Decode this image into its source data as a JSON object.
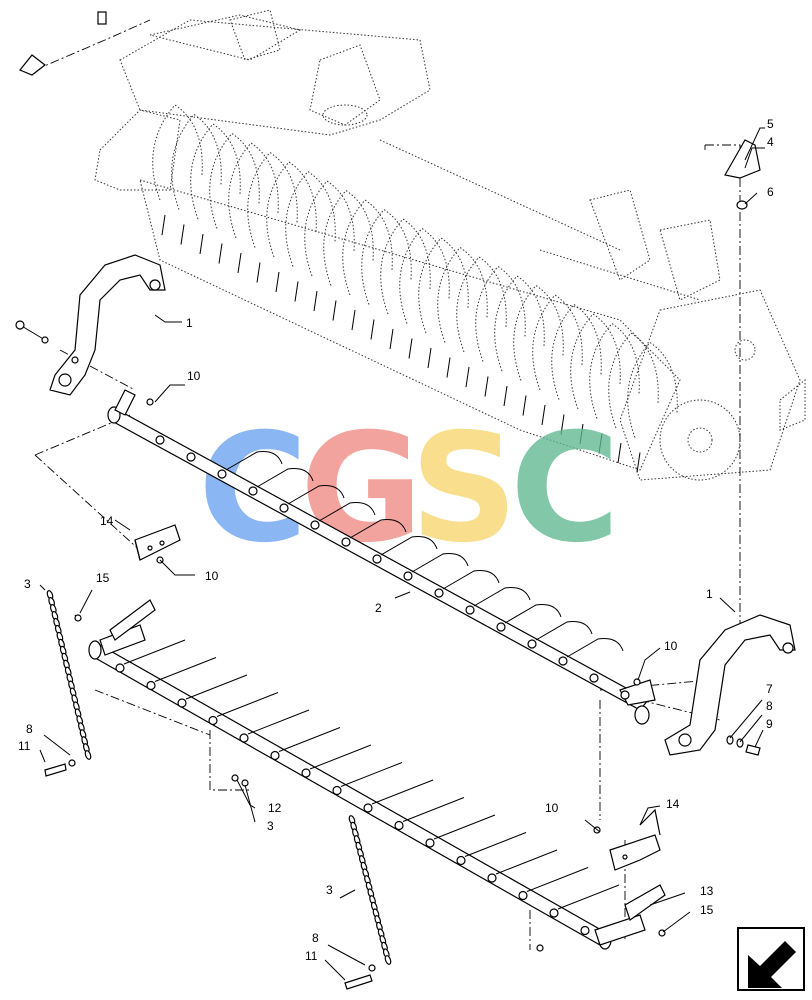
{
  "callouts": [
    {
      "id": "c1a",
      "text": "1"
    },
    {
      "id": "c1b",
      "text": "1"
    },
    {
      "id": "c2",
      "text": "2"
    },
    {
      "id": "c3a",
      "text": "3"
    },
    {
      "id": "c3b",
      "text": "3"
    },
    {
      "id": "c3c",
      "text": "3"
    },
    {
      "id": "c4",
      "text": "4"
    },
    {
      "id": "c5",
      "text": "5"
    },
    {
      "id": "c6",
      "text": "6"
    },
    {
      "id": "c7",
      "text": "7"
    },
    {
      "id": "c8a",
      "text": "8"
    },
    {
      "id": "c8b",
      "text": "8"
    },
    {
      "id": "c8c",
      "text": "8"
    },
    {
      "id": "c9",
      "text": "9"
    },
    {
      "id": "c10a",
      "text": "10"
    },
    {
      "id": "c10b",
      "text": "10"
    },
    {
      "id": "c10c",
      "text": "10"
    },
    {
      "id": "c10d",
      "text": "10"
    },
    {
      "id": "c11a",
      "text": "11"
    },
    {
      "id": "c11b",
      "text": "11"
    },
    {
      "id": "c12",
      "text": "12"
    },
    {
      "id": "c13",
      "text": "13"
    },
    {
      "id": "c14a",
      "text": "14"
    },
    {
      "id": "c14b",
      "text": "14"
    },
    {
      "id": "c15a",
      "text": "15"
    },
    {
      "id": "c15b",
      "text": "15"
    }
  ],
  "watermark": {
    "letters": [
      "C",
      "G",
      "S",
      "C"
    ],
    "colors": [
      "#6aa3f0",
      "#f08a84",
      "#f7d66e",
      "#5fb88f"
    ]
  },
  "nav_icon": "arrow-icon"
}
